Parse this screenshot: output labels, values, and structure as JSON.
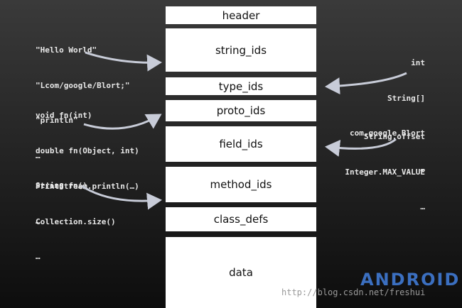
{
  "sections": [
    "header",
    "string_ids",
    "type_ids",
    "proto_ids",
    "field_ids",
    "method_ids",
    "class_defs",
    "data"
  ],
  "annotations": {
    "strings": [
      "\"Hello World\"",
      "\"Lcom/google/Blort;\"",
      "\"println\"",
      "…"
    ],
    "types": [
      "int",
      "String[]",
      "com.google.Blort",
      "…"
    ],
    "protos": [
      "void fn(int)",
      "double fn(Object, int)",
      "String fn()",
      "…"
    ],
    "fields": [
      "String.offset",
      "Integer.MAX_VALUE",
      "…"
    ],
    "methods": [
      "PrintStream.println(…)",
      "Collection.size()",
      "…"
    ]
  },
  "logo": "ANDROID",
  "watermark": "http://blog.csdn.net/freshui",
  "colors": {
    "section_fill": "#ffffff",
    "arrow": "#c8ccd8",
    "logo": "#3b6fc0"
  }
}
